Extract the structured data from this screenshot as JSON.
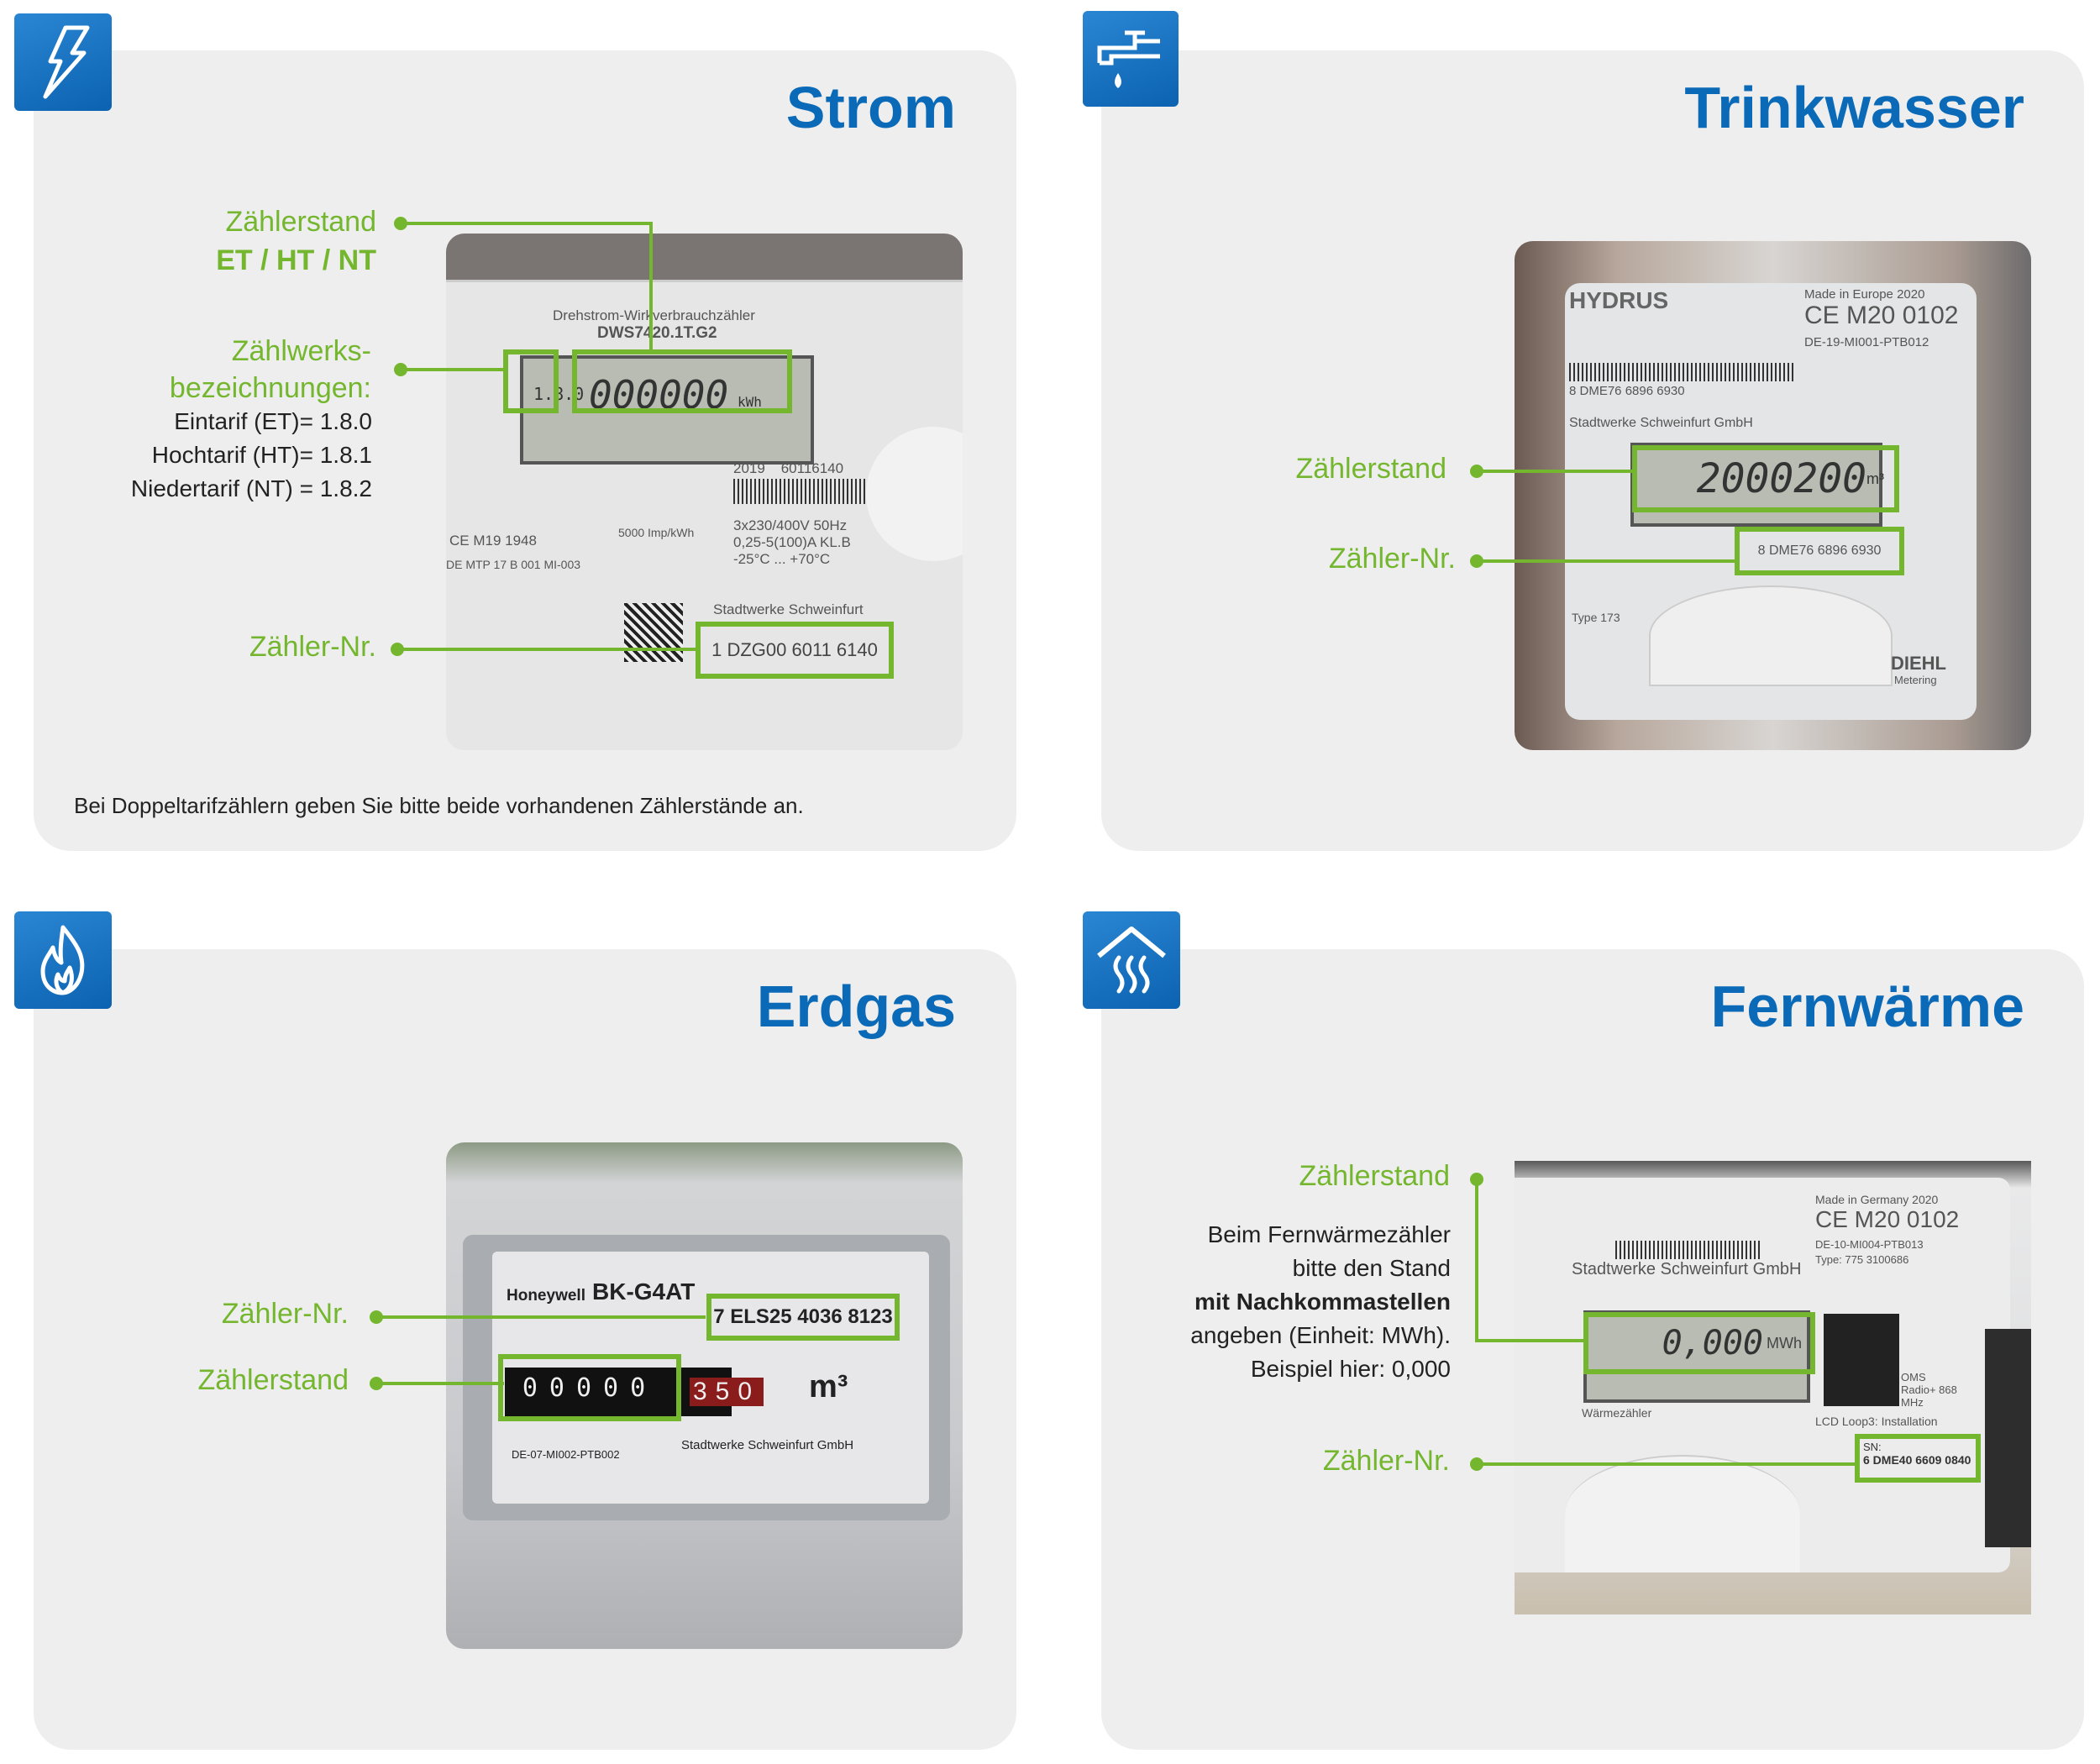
{
  "colors": {
    "accent_blue": "#0b6ab8",
    "accent_green": "#74b62e",
    "panel": "#eeeeee"
  },
  "strom": {
    "title": "Strom",
    "icon": "lightning-icon",
    "label_zaehlerstand": "Zählerstand",
    "label_tarif": "ET / HT / NT",
    "label_zaehlwerk_1": "Zählwerks-",
    "label_zaehlwerk_2": "bezeichnungen:",
    "eintarif": "Eintarif (ET)= 1.8.0",
    "hochtarif": "Hochtarif (HT)= 1.8.1",
    "niedertarif": "Niedertarif (NT) = 1.8.2",
    "label_nr": "Zähler-Nr.",
    "note": "Bei Doppeltarifzählern geben Sie bitte beide vorhandenen Zählerstände an.",
    "photo": {
      "type_line": "Drehstrom-Wirkverbrauchzähler",
      "model": "DWS7420.1T.G2",
      "register": "1.8.0",
      "reading": "000000",
      "unit": "kWh",
      "year_serial": "2019    60116140",
      "specs": "3x230/400V 50Hz",
      "specs2": "0,25-5(100)A KL.B",
      "temp": "-25°C ... +70°C",
      "imp": "5000 Imp/kWh",
      "ce": "CE M19 1948",
      "mtp": "DE MTP 17 B 001 MI-003",
      "company": "Stadtwerke Schweinfurt",
      "meter_no": "1 DZG00 6011 6140"
    }
  },
  "trinkwasser": {
    "title": "Trinkwasser",
    "icon": "water-tap-icon",
    "label_zaehlerstand": "Zählerstand",
    "label_nr": "Zähler-Nr.",
    "photo": {
      "brand": "HYDRUS",
      "made": "Made in Europe 2020",
      "ce": "CE M20 0102",
      "cert": "DE-19-MI001-PTB012",
      "barcode_no": "8 DME76 6896 6930",
      "company": "Stadtwerke Schweinfurt GmbH",
      "reading": "2000200",
      "unit": "m³",
      "meter_no": "8 DME76 6896 6930",
      "type": "Type 173",
      "diehl": "DIEHL",
      "metering": "Metering"
    }
  },
  "erdgas": {
    "title": "Erdgas",
    "icon": "flame-icon",
    "label_nr": "Zähler-Nr.",
    "label_zaehlerstand": "Zählerstand",
    "photo": {
      "brand": "Honeywell",
      "model": "BK-G4AT",
      "meter_no": "7 ELS25 4036 8123",
      "reading": "00000",
      "decimals": "350",
      "unit": "m³",
      "company": "Stadtwerke Schweinfurt GmbH",
      "cert": "DE-07-MI002-PTB002"
    }
  },
  "fernwaerme": {
    "title": "Fernwärme",
    "icon": "house-heat-icon",
    "label_zaehlerstand": "Zählerstand",
    "desc_1": "Beim Fernwärmezähler",
    "desc_2": "bitte den Stand",
    "desc_3": "mit Nachkommastellen",
    "desc_4": "angeben (Einheit: MWh).",
    "desc_5": "Beispiel hier: 0,000",
    "label_nr": "Zähler-Nr.",
    "photo": {
      "made": "Made in Germany 2020",
      "ce": "CE M20 0102",
      "cert": "DE-10-MI004-PTB013",
      "type": "Type: 775  3100686",
      "company": "Stadtwerke Schweinfurt GmbH",
      "reading": "0,000",
      "unit": "MWh",
      "label": "Wärmezähler",
      "oms": "OMS Radio+ 868 MHz",
      "lcd_loop": "LCD Loop3: Installation",
      "sn_label": "SN:",
      "meter_no": "6 DME40 6609 0840"
    }
  }
}
